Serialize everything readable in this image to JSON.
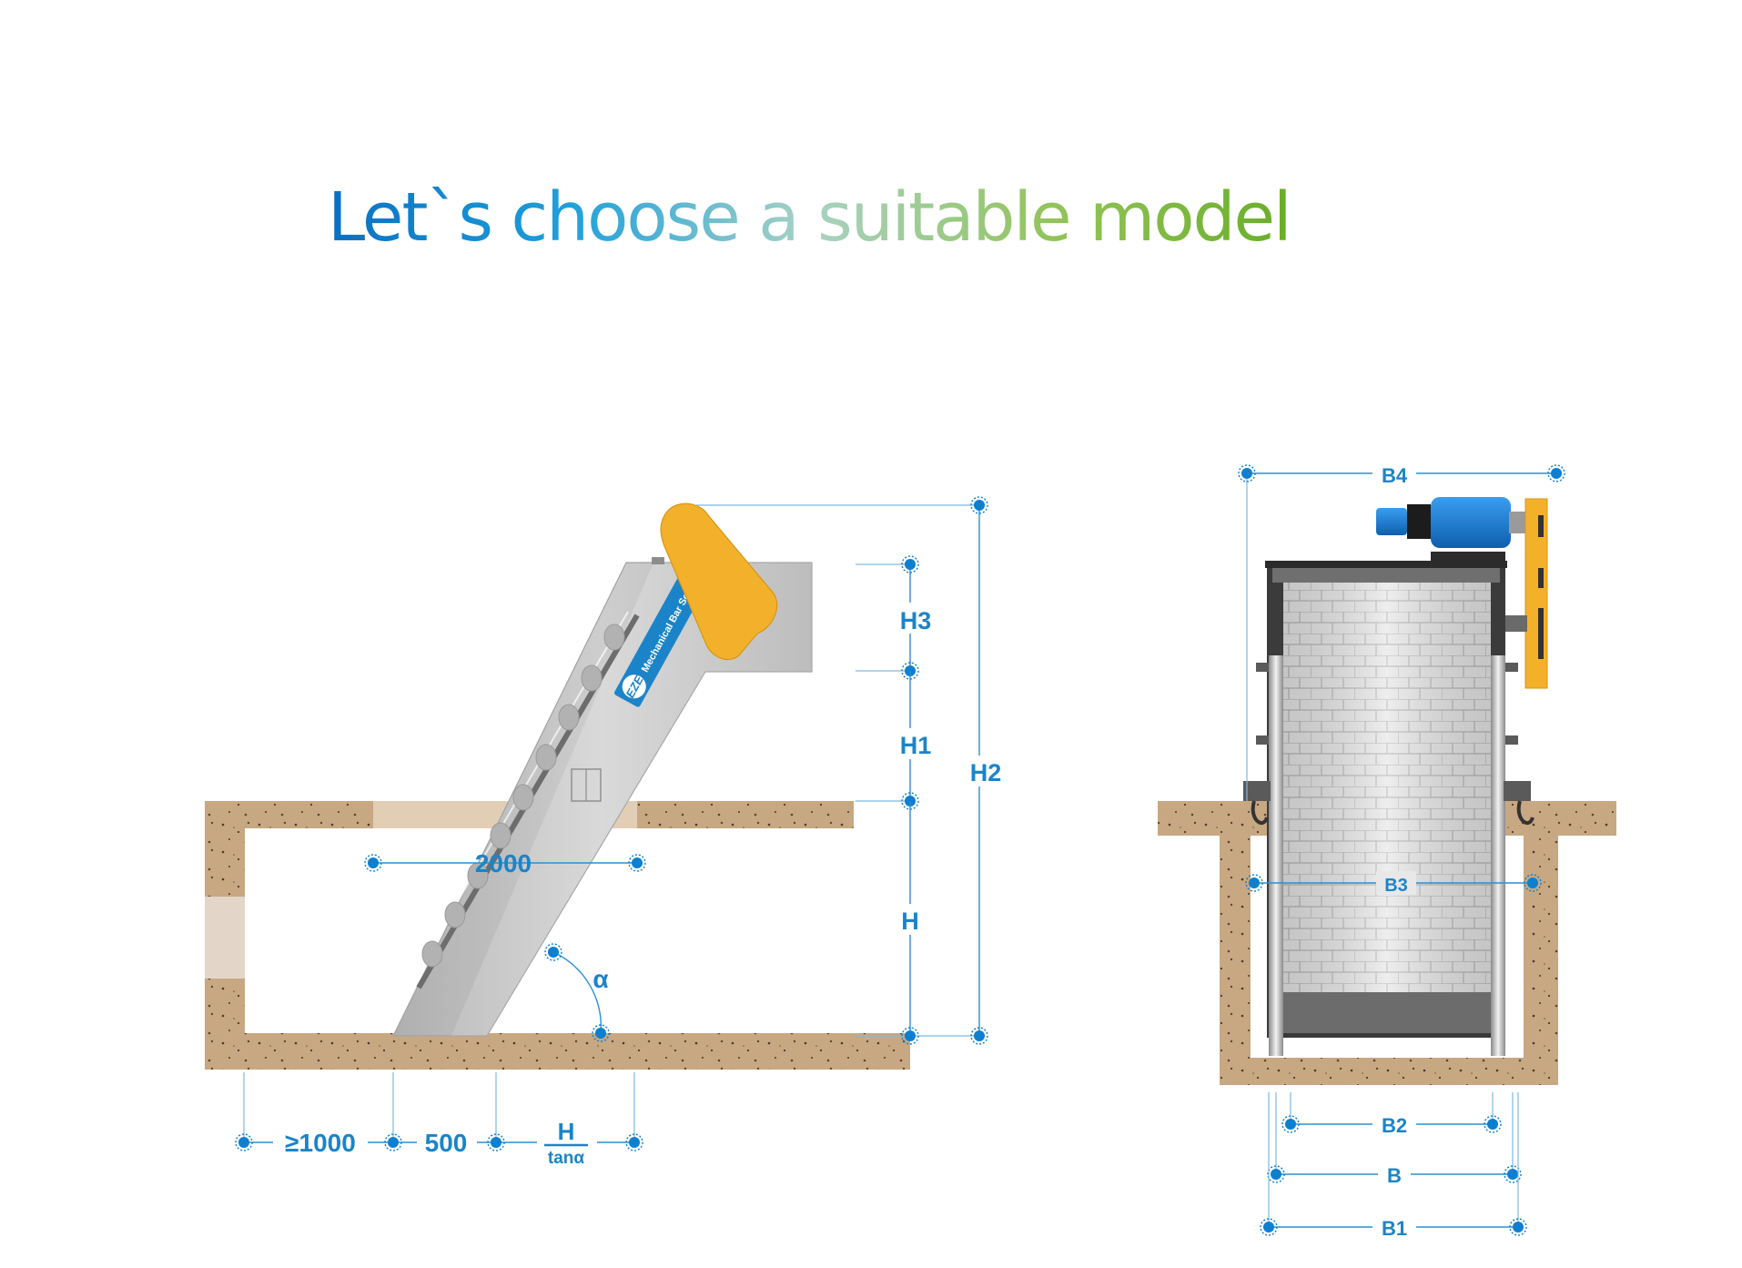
{
  "title": "Let`s choose a suitable model",
  "side_view": {
    "label_h3": "H3",
    "label_h1": "H1",
    "label_h2": "H2",
    "label_h": "H",
    "label_2000": "2000",
    "label_alpha": "α",
    "label_min_1000": "≥1000",
    "label_500": "500",
    "label_h_num": "H",
    "label_tan_den": "tanα",
    "brand_logo": "EZE",
    "brand_text": "Mechanical Bar Screen"
  },
  "front_view": {
    "label_b4": "B4",
    "label_b3": "B3",
    "label_b2": "B2",
    "label_b": "B",
    "label_b1": "B1"
  },
  "colors": {
    "accent": "#1b84c9",
    "concrete": "#c9ab88",
    "steel": "#c8c8c8",
    "orange": "#f3b12b",
    "motor": "#1872c9"
  }
}
